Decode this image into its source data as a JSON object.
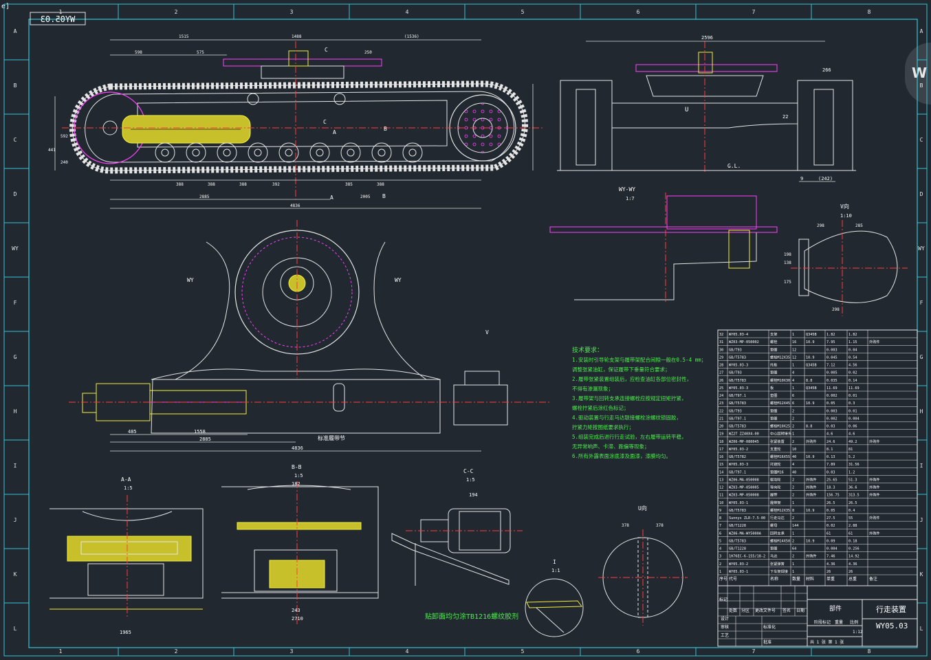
{
  "tab_fragment": "e]",
  "watermark": "W",
  "colors": {
    "background": "#212830",
    "frame": "#36c5d6",
    "line": "#e6e6e6",
    "dim": "#dcdcdc",
    "center": "#ff3b3b",
    "hidden": "#ff40ff",
    "yellow": "#f5ef3a",
    "green": "#4cf04c",
    "cyan": "#40d8f0",
    "label": "#ffffff"
  },
  "grid": {
    "columns": [
      "1",
      "2",
      "3",
      "4",
      "5",
      "6",
      "7",
      "8"
    ],
    "rows": [
      "A",
      "B",
      "C",
      "D",
      "WY",
      "F",
      "G",
      "H",
      "I",
      "J",
      "K",
      "L"
    ]
  },
  "drawing_no_mirrored": "WY05.03",
  "views": {
    "side": {
      "label_c": "C",
      "label_a": "A",
      "label_b": "B"
    },
    "front": {
      "label_u": "U",
      "ground": "G.L."
    },
    "section_wy": {
      "title": "WY-WY",
      "scale": "1:7"
    },
    "view_v_small": {
      "title": "V向",
      "scale": "1:10"
    },
    "plan": {
      "label_left": "WY",
      "label_right": "WY",
      "label_v": "V",
      "note": "标准履带节"
    },
    "section_aa": {
      "title": "A-A",
      "scale": "1:5"
    },
    "section_bb": {
      "title": "B-B",
      "scale": "1:5"
    },
    "section_cc": {
      "title": "C-C",
      "scale": "1:5"
    },
    "detail_i": {
      "title": "I",
      "scale": "1:1"
    },
    "view_u": {
      "title": "U向"
    }
  },
  "glue_note": "贴卸面均匀涂TB1216螺纹胶剂",
  "tech_req": {
    "title": "技术要求：",
    "lines": [
      "1.安装时引导轮支架与履带架配合间隙一般在0.5-4 mm；",
      "  调整张紧油缸，保证履带下垂量符合要求；",
      "2.履带张紧装置组装后，应检查油缸各部位密封性，",
      "  不得有渗漏现象；",
      "3.履带架与回转支承连接螺栓应按规定扭矩拧紧，",
      "  螺栓拧紧后涂红色标记；",
      "4.驱动装置与行走马达联接螺栓涂螺纹锁固胶，",
      "  拧紧力矩按图纸要求执行；",
      "5.组装完成后进行行走试验，左右履带运转平稳，",
      "  无异常响声、卡滞、跑偏等现象；",
      "6.所有外露表面涂底漆及面漆，漆膜均匀。"
    ]
  },
  "bom": {
    "rows": [
      [
        "32",
        "WY05.03-4",
        "支架",
        "1",
        "Q345B",
        "1.82",
        "1.82",
        ""
      ],
      [
        "31",
        "WZ03-MP-050002",
        "螺栓",
        "16",
        "10.9",
        "7.95",
        "1.15",
        "外购件"
      ],
      [
        "30",
        "GB/T93",
        "垫圈",
        "12",
        "",
        "0.003",
        "0.04",
        ""
      ],
      [
        "29",
        "GB/T5783",
        "螺栓M12X35",
        "12",
        "10.9",
        "0.045",
        "0.54",
        ""
      ],
      [
        "28",
        "WY05.03-3",
        "托板",
        "1",
        "Q345B",
        "7.12",
        "4.56",
        ""
      ],
      [
        "27",
        "GB/T93",
        "垫圈",
        "4",
        "",
        "0.005",
        "0.02",
        ""
      ],
      [
        "26",
        "GB/T5783",
        "螺栓M10X30",
        "4",
        "8.8",
        "0.035",
        "0.14",
        ""
      ],
      [
        "25",
        "WY05.03-3",
        "板",
        "1",
        "Q345B",
        "11.69",
        "11.69",
        ""
      ],
      [
        "24",
        "GB/T97.1",
        "垫圈",
        "6",
        "",
        "0.002",
        "0.01",
        ""
      ],
      [
        "23",
        "GB/T5783",
        "螺栓M12X45",
        "6",
        "10.9",
        "0.05",
        "0.3",
        ""
      ],
      [
        "22",
        "GB/T93",
        "垫圈",
        "2",
        "",
        "0.003",
        "0.01",
        ""
      ],
      [
        "21",
        "GB/T97.1",
        "垫圈",
        "2",
        "",
        "0.002",
        "0.004",
        ""
      ],
      [
        "20",
        "GB/T5783",
        "螺栓M10X25",
        "2",
        "8.8",
        "0.03",
        "0.06",
        ""
      ],
      [
        "19",
        "WZ2T ZZ40X4-00",
        "中心回转接头",
        "1",
        "",
        "4.6",
        "4.6",
        ""
      ],
      [
        "18",
        "WZ06-MP-080045",
        "张紧装置",
        "2",
        "外购件",
        "24.6",
        "49.2",
        "外购件"
      ],
      [
        "17",
        "WY05.03-2",
        "支重轮",
        "10",
        "",
        "8.1",
        "81",
        ""
      ],
      [
        "16",
        "GB/T5782",
        "螺栓M16X55",
        "40",
        "10.9",
        "0.13",
        "5.2",
        ""
      ],
      [
        "15",
        "WY05.03-3",
        "托链轮",
        "4",
        "",
        "7.89",
        "31.56",
        ""
      ],
      [
        "14",
        "GB/T97.1",
        "垫圈M16",
        "40",
        "",
        "0.03",
        "1.2",
        ""
      ],
      [
        "13",
        "WZ06-MA-050008",
        "驱动轮",
        "2",
        "外购件",
        "25.65",
        "51.3",
        "外购件"
      ],
      [
        "12",
        "WZ03-MP-050005",
        "导向轮",
        "2",
        "外购件",
        "18.3",
        "36.6",
        "外购件"
      ],
      [
        "11",
        "WZ03-MP-050008",
        "履带",
        "2",
        "外购件",
        "156.75",
        "313.5",
        "外购件"
      ],
      [
        "10",
        "WY05.03-1",
        "履带架",
        "1",
        "",
        "26.5",
        "26.5",
        ""
      ],
      [
        "9",
        "GB/T5783",
        "螺栓M12X35",
        "8",
        "10.9",
        "0.05",
        "0.4",
        ""
      ],
      [
        "8",
        "Sunnys ZLR-7.5-00",
        "行走马达",
        "2",
        "",
        "27.5",
        "55",
        "外购件"
      ],
      [
        "7",
        "GB/T1228",
        "螺母",
        "144",
        "",
        "0.02",
        "2.88",
        ""
      ],
      [
        "6",
        "WZ06-MA-WY5000A",
        "回转支承",
        "1",
        "",
        "61",
        "61",
        "外购件"
      ],
      [
        "5",
        "GB/T5783",
        "螺栓M14X50",
        "2",
        "10.9",
        "0.09",
        "0.18",
        ""
      ],
      [
        "4",
        "GB/T1228",
        "垫圈",
        "64",
        "",
        "0.004",
        "0.256",
        ""
      ],
      [
        "3",
        "1H76EC-6-155/18-2",
        "马达",
        "2",
        "外购件",
        "7.46",
        "14.92",
        ""
      ],
      [
        "2",
        "WY05.03-2",
        "张紧弹簧",
        "1",
        "",
        "4.36",
        "4.36",
        ""
      ],
      [
        "1",
        "WY05.03-1",
        "下车架焊接",
        "1",
        "",
        "26",
        "26",
        ""
      ]
    ],
    "header": [
      "序号",
      "代号",
      "名称",
      "数量",
      "材料",
      "单重",
      "总重",
      "备注"
    ]
  },
  "title_block": {
    "category": "部件",
    "name": "行走装置",
    "code": "WY05.03",
    "scale": "1:12",
    "rows": [
      "标记",
      "处数",
      "分区",
      "更改文件号",
      "签名",
      "日期"
    ],
    "roles": [
      "设计",
      "审核",
      "工艺",
      "标准化",
      "批准"
    ],
    "stage": "阶段标记",
    "weight_label": "重量",
    "scale_label": "比例",
    "sheet": "共 1 张  第 1 张"
  },
  "dims": {
    "side_top": [
      "1515",
      "1488",
      "(1536)",
      "598",
      "575",
      "250"
    ],
    "side_bottom": [
      "388",
      "388",
      "388",
      "392",
      "385",
      "388",
      "2885",
      "4836",
      "2005"
    ],
    "side_left": [
      "441",
      "592",
      "240"
    ],
    "front_top": [
      "2596",
      "266"
    ],
    "front_bottom": [
      "9",
      "(242)",
      "22"
    ],
    "plan_bottom": [
      "485",
      "1558",
      "2885",
      "4836"
    ],
    "wy_small": [
      "298",
      "285",
      "298",
      "198",
      "138",
      "175"
    ],
    "aa": [
      "1965"
    ],
    "bb": [
      "182",
      "243",
      "2710"
    ],
    "cc": [
      "194"
    ],
    "u": [
      "378",
      "378"
    ]
  }
}
